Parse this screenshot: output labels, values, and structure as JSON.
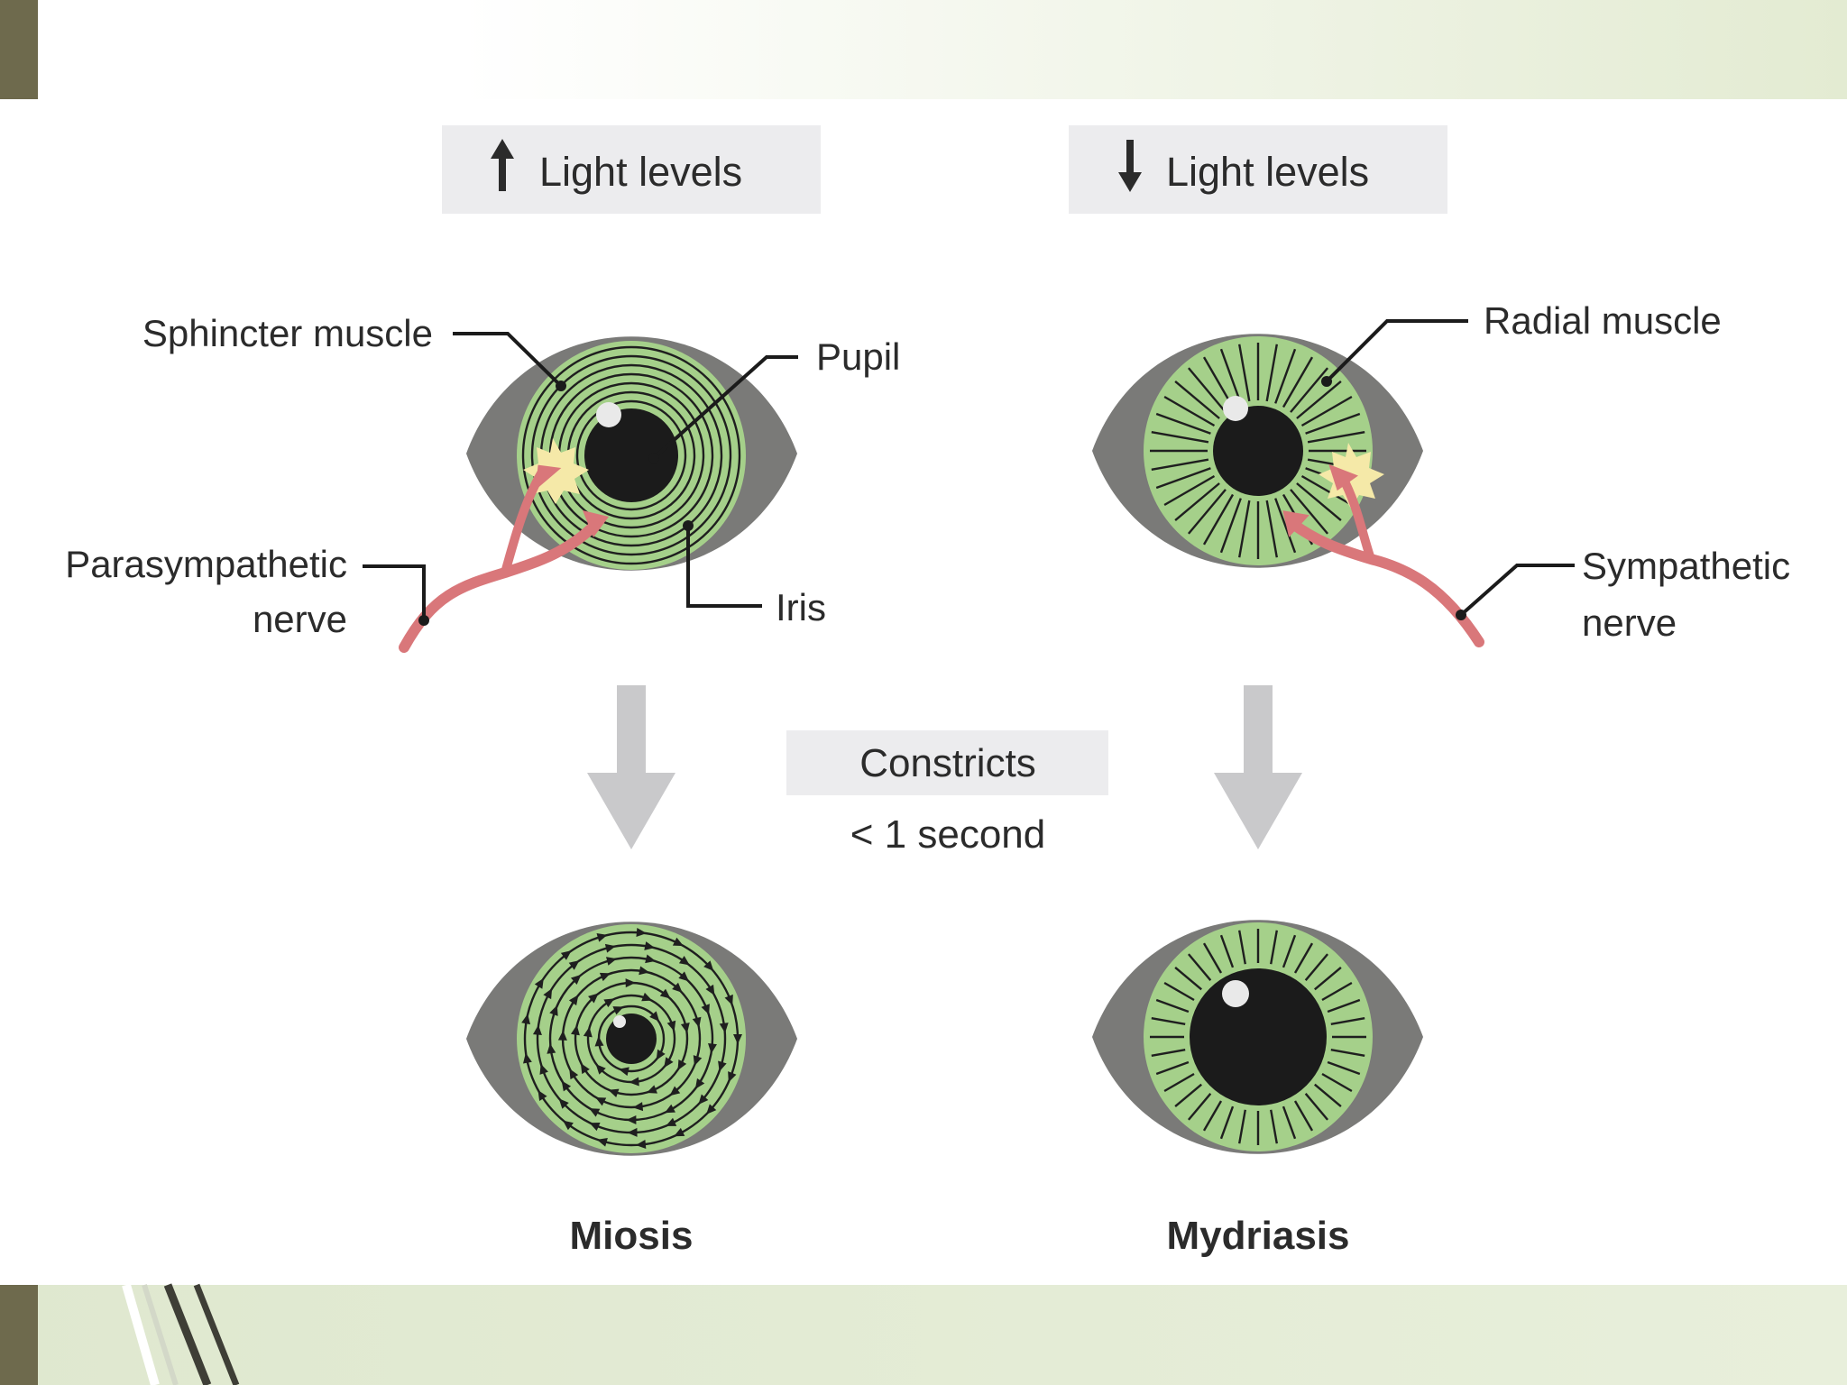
{
  "theme": {
    "band_light": "#e6edd9",
    "band_tan": "#6e6a4d",
    "pill_bg": "#ececee",
    "text": "#2b2b2b",
    "eye_white": "#7a7a78",
    "iris": "#a5d08a",
    "iris_line": "#1f1f1f",
    "pupil": "#1b1b1b",
    "nerve": "#d9777a",
    "spark": "#f5e9a8",
    "flow_arrow": "#c9c9cb"
  },
  "header_left": {
    "icon": "arrow-up-icon",
    "label": "Light levels"
  },
  "header_right": {
    "icon": "arrow-down-icon",
    "label": "Light levels"
  },
  "labels": {
    "sphincter": "Sphincter muscle",
    "pupil": "Pupil",
    "parasympathetic_line1": "Parasympathetic",
    "parasympathetic_line2": "nerve",
    "iris": "Iris",
    "radial": "Radial muscle",
    "sympathetic_line1": "Sympathetic",
    "sympathetic_line2": "nerve"
  },
  "middle": {
    "action": "Constricts",
    "timing": "< 1 second"
  },
  "captions": {
    "left": "Miosis",
    "right": "Mydriasis"
  }
}
